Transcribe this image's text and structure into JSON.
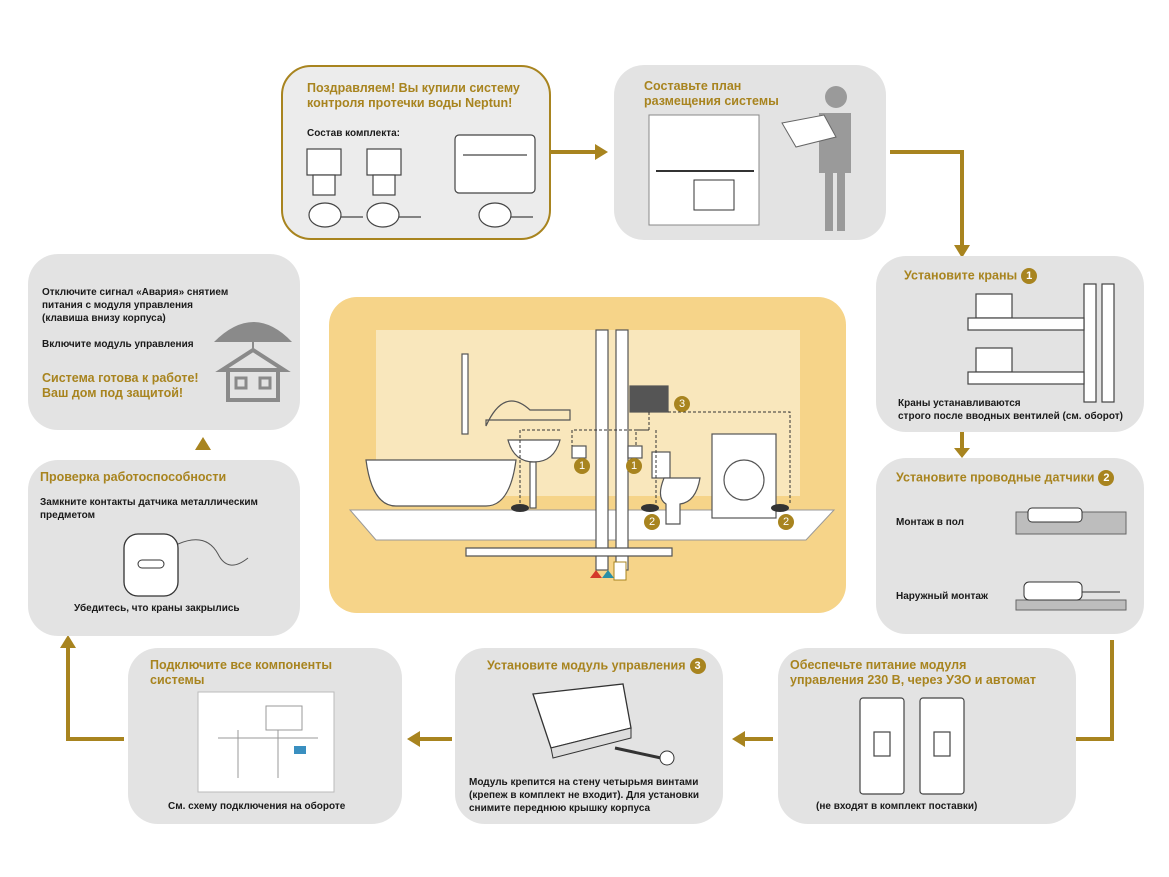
{
  "colors": {
    "accent": "#a8841f",
    "card": "#e3e3e3",
    "center": "#f6d489"
  },
  "step_start": {
    "title_line1": "Поздравляем! Вы купили систему",
    "title_line2": "контроля протечки воды Neptun!",
    "kit_label": "Состав комплекта:"
  },
  "step_plan": {
    "title_line1": "Составьте план",
    "title_line2": "размещения системы"
  },
  "step_valves": {
    "title": "Установите краны",
    "badge": "1",
    "note_line1": "Краны устанавливаются",
    "note_line2": "строго после вводных вентилей (см. оборот)"
  },
  "step_sensors": {
    "title": "Установите проводные датчики",
    "badge": "2",
    "floor": "Монтаж в пол",
    "surface": "Наружный монтаж"
  },
  "step_power": {
    "title_line1": "Обеспечьте питание модуля",
    "title_line2": "управления 230 В, через УЗО и автомат",
    "note": "(не входят в комплект поставки)"
  },
  "step_module": {
    "title": "Установите модуль управления",
    "badge": "3",
    "note_line1": "Модуль крепится на стену четырьмя винтами",
    "note_line2": "(крепеж в комплект не входит). Для установки",
    "note_line3": "снимите переднюю крышку корпуса"
  },
  "step_connect": {
    "title_line1": "Подключите все компоненты",
    "title_line2": "системы",
    "note": "См. схему подключения на обороте"
  },
  "step_check": {
    "title": "Проверка работоспособности",
    "note_line1": "Замкните контакты датчика металлическим",
    "note_line2": "предметом",
    "note_bottom": "Убедитесь, что краны закрылись"
  },
  "step_ready": {
    "line1": "Отключите сигнал «Авария» снятием",
    "line2": "питания с модуля управления",
    "line3": "(клавиша внизу корпуса)",
    "line4": "Включите модуль управления",
    "final1": "Система готова к работе!",
    "final2": "Ваш дом под защитой!"
  },
  "center_badges": [
    "1",
    "1",
    "2",
    "2",
    "3"
  ]
}
